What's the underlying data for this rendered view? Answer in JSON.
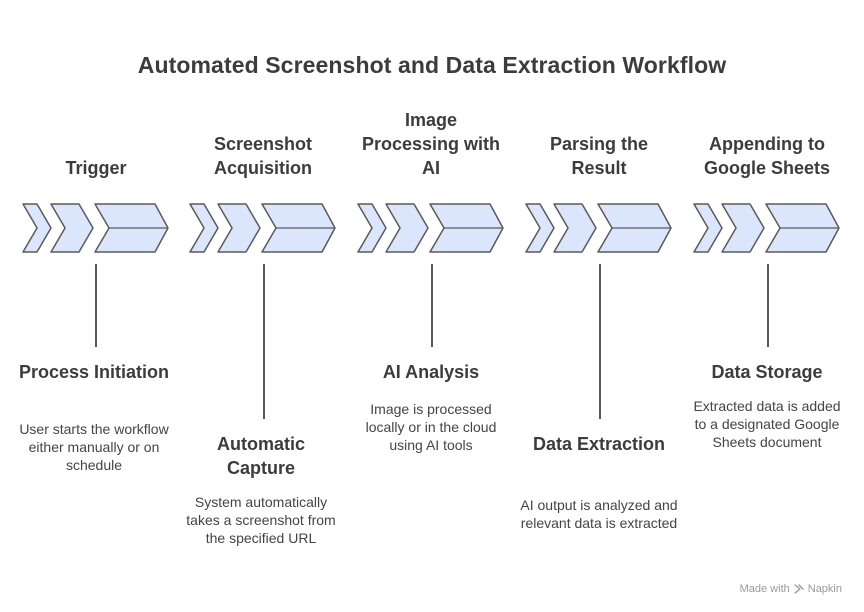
{
  "title": "Automated Screenshot and Data Extraction Workflow",
  "colors": {
    "chevron_fill": "#dbe5fb",
    "chevron_stroke": "#5a5a5a",
    "text": "#3c3c3c"
  },
  "stages": [
    {
      "title": "Trigger",
      "step_title": "Process Initiation",
      "step_desc": "User starts the workflow either manually or on schedule",
      "position": "bottom"
    },
    {
      "title": "Screenshot Acquisition",
      "step_title": "Automatic Capture",
      "step_desc": "System automatically takes a screenshot from the specified URL",
      "position": "lower"
    },
    {
      "title": "Image Processing with AI",
      "step_title": "AI Analysis",
      "step_desc": "Image is processed locally or in the cloud using AI tools",
      "position": "bottom"
    },
    {
      "title": "Parsing the Result",
      "step_title": "Data Extraction",
      "step_desc": "AI output is analyzed and relevant data is extracted",
      "position": "lower"
    },
    {
      "title": "Appending to Google Sheets",
      "step_title": "Data Storage",
      "step_desc": "Extracted data is added to a designated Google Sheets document",
      "position": "bottom"
    }
  ],
  "footer": {
    "made_with": "Made with",
    "brand": "Napkin",
    "icon": "napkin-logo-icon"
  }
}
